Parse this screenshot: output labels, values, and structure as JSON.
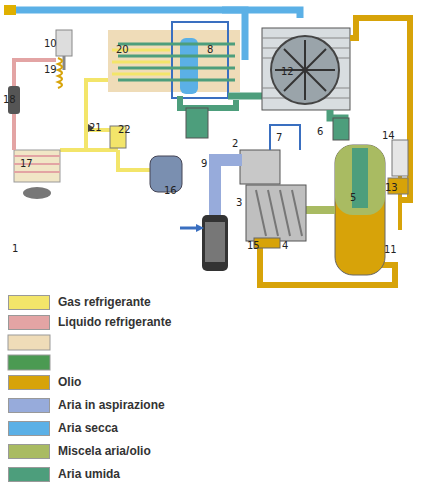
{
  "diagram": {
    "labels": [
      "10",
      "20",
      "8",
      "12",
      "19",
      "18",
      "21",
      "22",
      "17",
      "16",
      "9",
      "2",
      "7",
      "6",
      "14",
      "13",
      "1",
      "3",
      "5",
      "15",
      "4",
      "11"
    ],
    "legend": [
      {
        "text": "Gas refrigerante",
        "color": "#f3e56a"
      },
      {
        "text": "Liquido refrigerante",
        "color": "#e3a4a4"
      },
      {
        "text": "Olio",
        "color": "#d7a309"
      },
      {
        "text": "Aria in aspirazione",
        "color": "#97abdb"
      },
      {
        "text": "Aria secca",
        "color": "#5bb0e6"
      },
      {
        "text": "Miscela aria/olio",
        "color": "#a9bb62"
      },
      {
        "text": "Aria umida",
        "color": "#4d9e7c"
      }
    ]
  }
}
